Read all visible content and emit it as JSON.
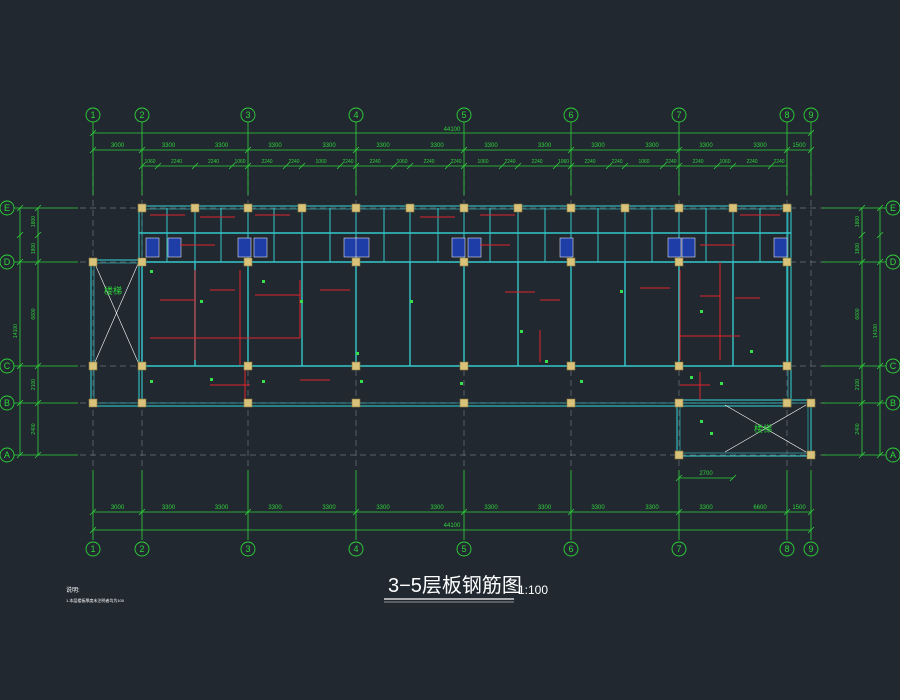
{
  "drawing": {
    "title": "3−5层板钢筋图",
    "scale": "1:100",
    "notes_heading": "说明:",
    "notes_line": "1.本层楼板厚度未注明者均为100"
  },
  "axes": {
    "numbered": [
      "1",
      "2",
      "3",
      "4",
      "5",
      "6",
      "7",
      "8",
      "9"
    ],
    "lettered": [
      "E",
      "D",
      "C",
      "B",
      "A"
    ]
  },
  "dimensions": {
    "top_spans": [
      "3000",
      "3300",
      "3300",
      "3300",
      "3300",
      "3300",
      "3300",
      "3300",
      "3300",
      "1500"
    ],
    "top_total": "44100",
    "top_detail": [
      "1060",
      "2240",
      "2240",
      "1060",
      "2240",
      "1060",
      "2240",
      "1060",
      "2240",
      "1060",
      "2240",
      "1060",
      "2240",
      "1060",
      "2240",
      "1060",
      "2240",
      "1060",
      "2240"
    ],
    "bottom_spans": [
      "3000",
      "3300",
      "3300",
      "3300",
      "3300",
      "3300",
      "3300",
      "3300",
      "3300",
      "6600",
      "1500"
    ],
    "bottom_total": "44100",
    "bottom_extra": "2700",
    "left_spans": [
      "1800",
      "1800",
      "6600",
      "2100",
      "2400"
    ],
    "left_total": "14100",
    "right_spans": [
      "1800",
      "1800",
      "6600",
      "2100",
      "2400"
    ],
    "right_total": "14100"
  },
  "labels": {
    "stair": "楼梯"
  },
  "colors": {
    "background": "#212830",
    "dimension": "#2fd33a",
    "axis_bubble": "#2fd33a",
    "wall": "#34c7c9",
    "rebar": "#e0242d",
    "column": "#d9c27a",
    "title": "#ffffff",
    "slab_tag": "#1f3da6"
  }
}
